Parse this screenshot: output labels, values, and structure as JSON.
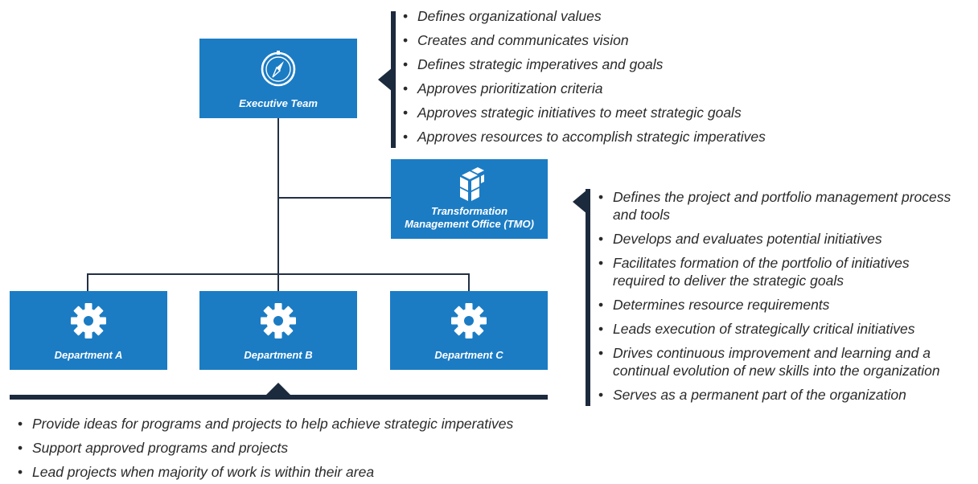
{
  "boxes": {
    "executive": {
      "label": "Executive Team",
      "icon": "compass-icon"
    },
    "tmo": {
      "label_line1": "Transformation",
      "label_line2": "Management Office (TMO)",
      "icon": "cubes-icon"
    },
    "dept_a": {
      "label": "Department A",
      "icon": "gear-icon"
    },
    "dept_b": {
      "label": "Department B",
      "icon": "gear-icon"
    },
    "dept_c": {
      "label": "Department C",
      "icon": "gear-icon"
    }
  },
  "executive_responsibilities": [
    "Defines organizational values",
    "Creates and communicates vision",
    "Defines strategic imperatives and goals",
    "Approves prioritization criteria",
    "Approves strategic initiatives to meet strategic goals",
    "Approves resources to accomplish strategic imperatives"
  ],
  "tmo_responsibilities": [
    {
      "line1": "Defines the project and portfolio management process",
      "line2": "and tools"
    },
    {
      "line1": "Develops and evaluates potential initiatives",
      "line2": ""
    },
    {
      "line1": "Facilitates formation of the portfolio of initiatives",
      "line2": "required to deliver the strategic goals"
    },
    {
      "line1": "Determines resource requirements",
      "line2": ""
    },
    {
      "line1": "Leads execution of strategically critical initiatives",
      "line2": ""
    },
    {
      "line1": "Drives continuous improvement and learning and a",
      "line2": "continual evolution of new skills into the organization"
    },
    {
      "line1": "Serves as a permanent part of the organization",
      "line2": ""
    }
  ],
  "department_responsibilities": [
    "Provide ideas for programs and projects to help achieve strategic imperatives",
    "Support approved programs and projects",
    "Lead projects when majority of work is within their area"
  ],
  "bullet_char": "•",
  "colors": {
    "box": "#1b7cc4",
    "line": "#233044",
    "bar": "#1c2a3d",
    "text": "#2a2a2a"
  }
}
